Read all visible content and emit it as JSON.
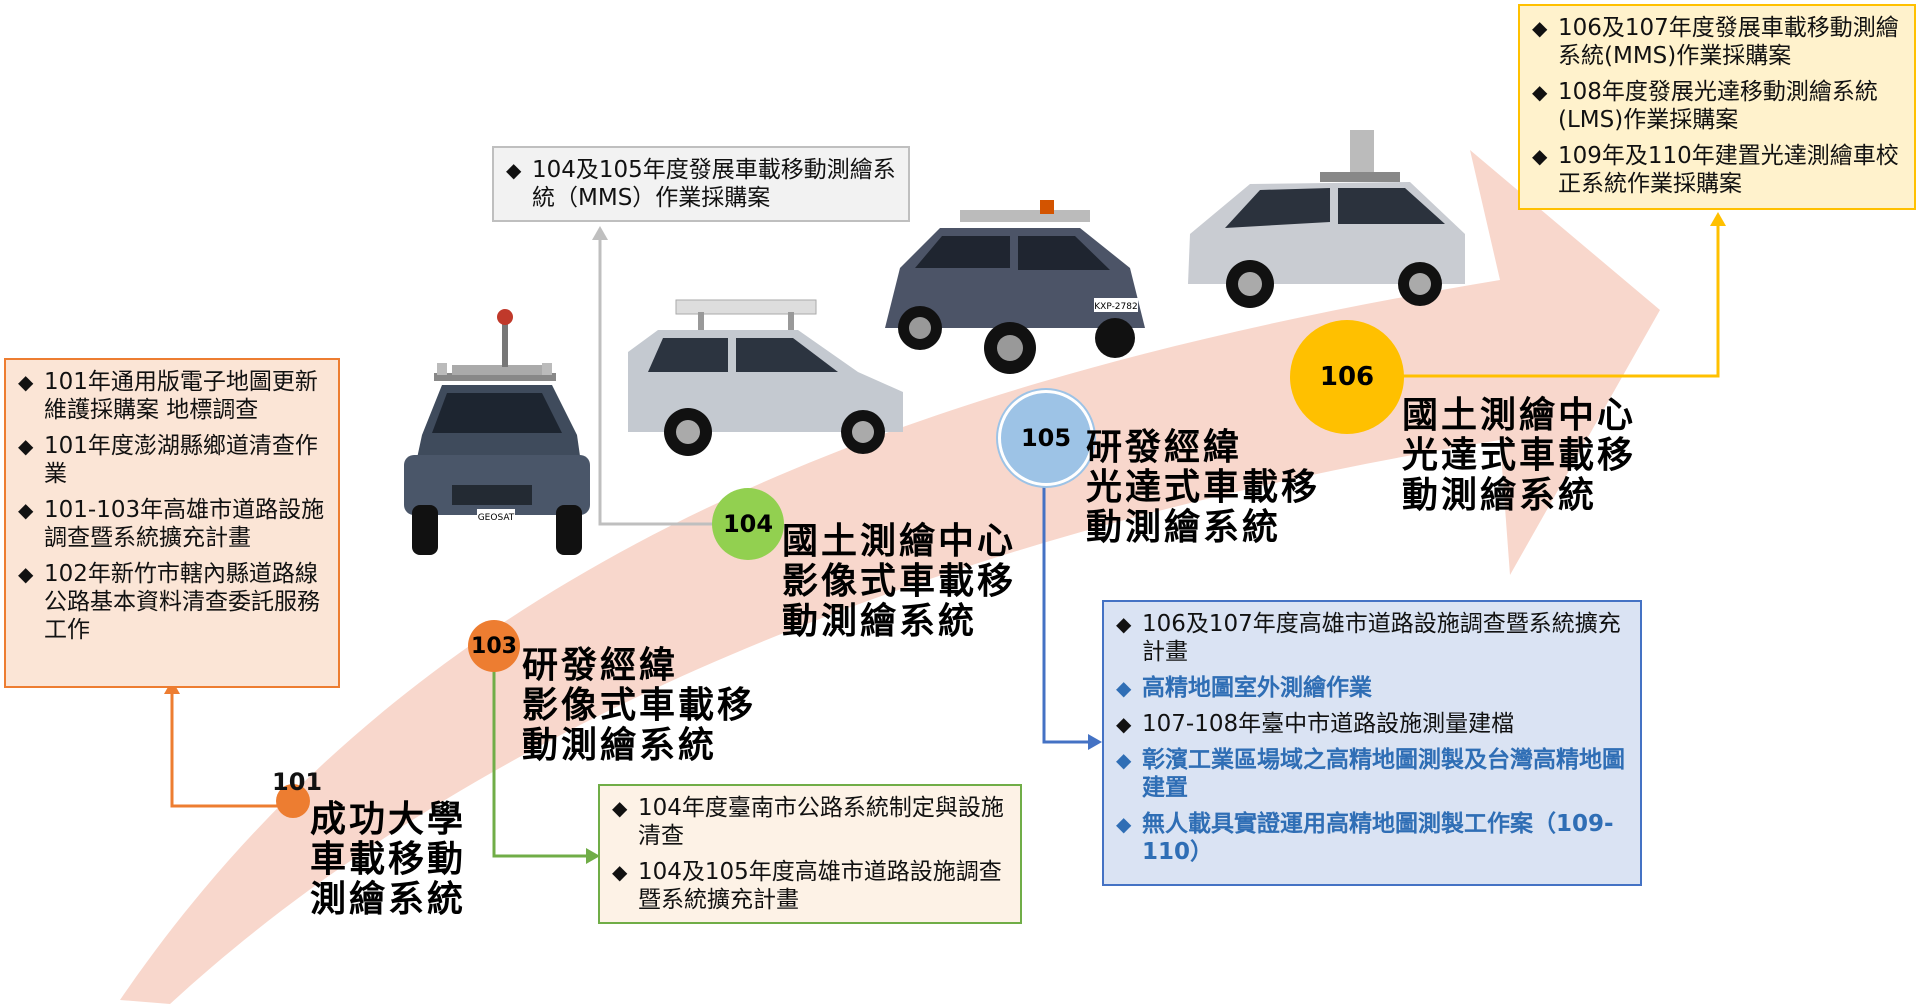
{
  "colors": {
    "arrow": "#f8d7cc",
    "orange": "#ed7d31",
    "green": "#70ad47",
    "blue": "#4472c4",
    "gold": "#ffc000",
    "gray": "#bfbfbf",
    "text_blue": "#2f6eb5"
  },
  "milestones": [
    {
      "year": "101",
      "title": "成功大學\n車載移動\n測繪系統"
    },
    {
      "year": "103",
      "title": "研發經緯\n影像式車載移\n動測繪系統"
    },
    {
      "year": "104",
      "title": "國土測繪中心\n影像式車載移\n動測繪系統"
    },
    {
      "year": "105",
      "title": "研發經緯\n光達式車載移\n動測繪系統"
    },
    {
      "year": "106",
      "title": "國土測繪中心\n光達式車載移\n動測繪系統"
    }
  ],
  "box_101": {
    "items": [
      "101年通用版電子地圖更新維護採購案 地標調查",
      "101年度澎湖縣鄉道清查作業",
      "101-103年高雄市道路設施調查暨系統擴充計畫",
      "102年新竹市轄內縣道路線公路基本資料清查委託服務工作"
    ]
  },
  "box_103": {
    "items": [
      "104年度臺南市公路系統制定與設施清查",
      "104及105年度高雄市道路設施調查暨系統擴充計畫"
    ]
  },
  "box_104": {
    "items": [
      "104及105年度發展車載移動測繪系統（MMS）作業採購案"
    ]
  },
  "box_105": {
    "items": [
      {
        "text": "106及107年度高雄市道路設施調查暨系統擴充計畫",
        "highlight": false
      },
      {
        "text": "高精地圖室外測繪作業",
        "highlight": true
      },
      {
        "text": "107-108年臺中市道路設施測量建檔",
        "highlight": false
      },
      {
        "text": "彰濱工業區場域之高精地圖測製及台灣高精地圖建置",
        "highlight": true
      },
      {
        "text": "無人載具實證運用高精地圖測製工作案（109-110）",
        "highlight": true
      }
    ]
  },
  "box_106": {
    "items": [
      "106及107年度發展車載移動測繪系統(MMS)作業採購案",
      "108年度發展光達移動測繪系統(LMS)作業採購案",
      "109年及110年建置光達測繪車校正系統作業採購案"
    ]
  },
  "bullet": "◆",
  "car_labels": [
    "GEOSAT",
    "KXP-2782"
  ]
}
